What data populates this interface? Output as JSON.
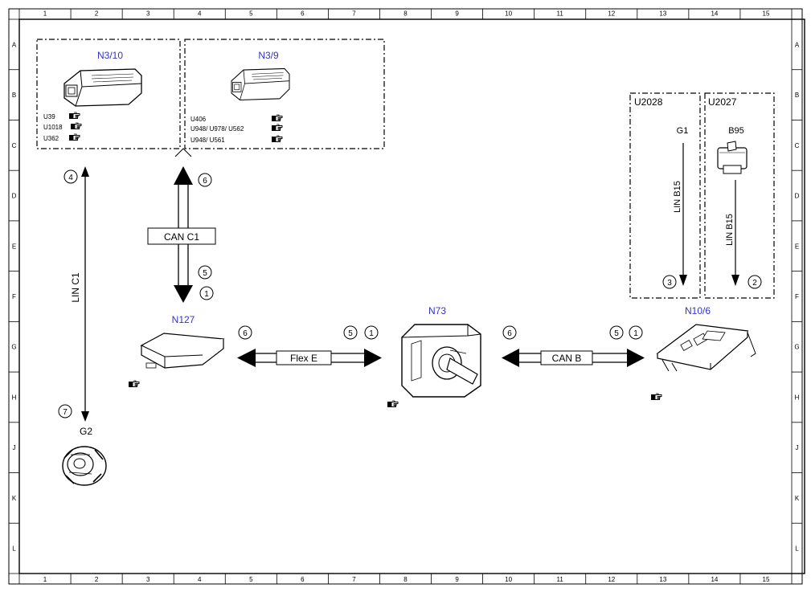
{
  "grid": {
    "columns": [
      "1",
      "2",
      "3",
      "4",
      "5",
      "6",
      "7",
      "8",
      "9",
      "10",
      "11",
      "12",
      "13",
      "14",
      "15"
    ],
    "rows": [
      "A",
      "B",
      "C",
      "D",
      "E",
      "F",
      "G",
      "H",
      "J",
      "K",
      "L"
    ]
  },
  "colors": {
    "component_label": "#3333cc",
    "line": "#000000"
  },
  "groups": {
    "n3_10": {
      "label": "N3/10",
      "refs": [
        "U39",
        "U1018",
        "U362"
      ]
    },
    "n3_9": {
      "label": "N3/9",
      "refs": [
        "U406",
        "U948/ U978/ U562",
        "U948/ U561"
      ]
    },
    "u2028": {
      "label": "U2028",
      "component": "G1",
      "bus": "LIN B15",
      "marker": "3"
    },
    "u2027": {
      "label": "U2027",
      "component": "B95",
      "bus": "LIN B15",
      "marker": "2"
    }
  },
  "components": {
    "n127": {
      "label": "N127"
    },
    "n73": {
      "label": "N73"
    },
    "n10_6": {
      "label": "N10/6"
    },
    "g2": {
      "label": "G2"
    }
  },
  "buses": {
    "lin_c1": {
      "label": "LIN C1",
      "markers": [
        "4",
        "7"
      ]
    },
    "can_c1": {
      "label": "CAN C1",
      "markers": [
        "6",
        "5",
        "1"
      ]
    },
    "flex_e": {
      "label": "Flex E",
      "markers": [
        "6",
        "5",
        "1"
      ]
    },
    "can_b": {
      "label": "CAN B",
      "markers": [
        "6",
        "5",
        "1"
      ]
    }
  },
  "icons": [
    "pointing-hand-icon",
    "ecu-icon",
    "ignition-switch-icon",
    "control-module-icon",
    "alternator-icon",
    "sensor-icon"
  ]
}
